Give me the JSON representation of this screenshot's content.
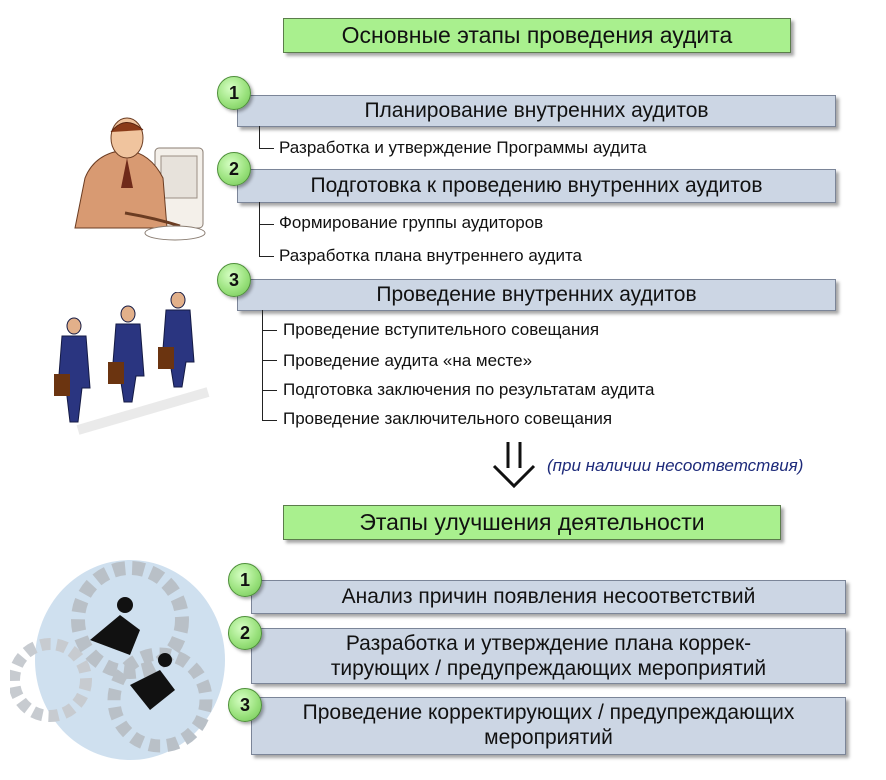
{
  "audit": {
    "title": "Основные этапы проведения аудита",
    "stages": [
      {
        "num": "1",
        "label": "Планирование внутренних аудитов",
        "items": [
          "Разработка и утверждение Программы аудита"
        ]
      },
      {
        "num": "2",
        "label": "Подготовка к проведению внутренних аудитов",
        "items": [
          "Формирование группы аудиторов",
          "Разработка плана внутреннего аудита"
        ]
      },
      {
        "num": "3",
        "label": "Проведение внутренних аудитов",
        "items": [
          "Проведение вступительного совещания",
          "Проведение аудита «на месте»",
          "Подготовка заключения по результатам аудита",
          "Проведение заключительного совещания"
        ]
      }
    ]
  },
  "transition_note": "(при наличии несоответствия)",
  "improvement": {
    "title": "Этапы улучшения деятельности",
    "stages": [
      {
        "num": "1",
        "line1": "Анализ причин появления несоответствий",
        "line2": ""
      },
      {
        "num": "2",
        "line1": "Разработка и утверждение плана коррек-",
        "line2": "тирующих / предупреждающих мероприятий"
      },
      {
        "num": "3",
        "line1": "Проведение корректирующих / предупреждающих",
        "line2": "мероприятий"
      }
    ]
  },
  "colors": {
    "green": "#a9f08e",
    "bar": "#ccd6e4",
    "note": "#1d2a7a"
  }
}
